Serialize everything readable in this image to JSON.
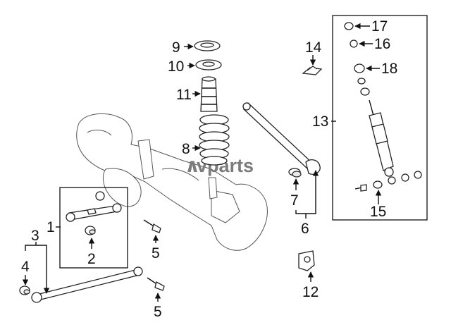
{
  "watermark": {
    "mark": "∧",
    "text": "vparts"
  },
  "callouts": {
    "c1": "1",
    "c2": "2",
    "c3": "3",
    "c4": "4",
    "c5a": "5",
    "c5b": "5",
    "c6": "6",
    "c7": "7",
    "c8": "8",
    "c9": "9",
    "c10": "10",
    "c11": "11",
    "c12": "12",
    "c13": "13",
    "c14": "14",
    "c15": "15",
    "c16": "16",
    "c17": "17",
    "c18": "18"
  }
}
